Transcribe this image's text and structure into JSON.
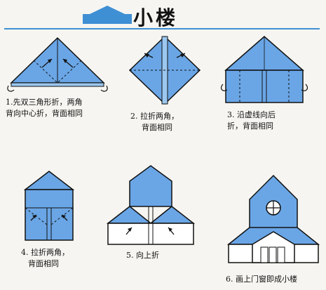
{
  "title": "小楼",
  "colors": {
    "paper_blue": "#6aa6e6",
    "paper_light": "#9cc7f0",
    "outline": "#111111",
    "title_icon": "#3f8fd4",
    "white_side": "#ffffff"
  },
  "steps": [
    {
      "caption_line1": "1.先双三角形折，两角",
      "caption_line2": "背向中心折，背面相同"
    },
    {
      "caption_line1": "2. 拉折两角，",
      "caption_line2": "背面相同"
    },
    {
      "caption_line1": "3. 沿虚线向后",
      "caption_line2": "折，背面相同"
    },
    {
      "caption_line1": "4. 拉折两角，",
      "caption_line2": "背面相同"
    },
    {
      "caption_line1": "5. 向上折",
      "caption_line2": ""
    },
    {
      "caption_line1": "6. 画上门窗即成小楼",
      "caption_line2": ""
    }
  ]
}
